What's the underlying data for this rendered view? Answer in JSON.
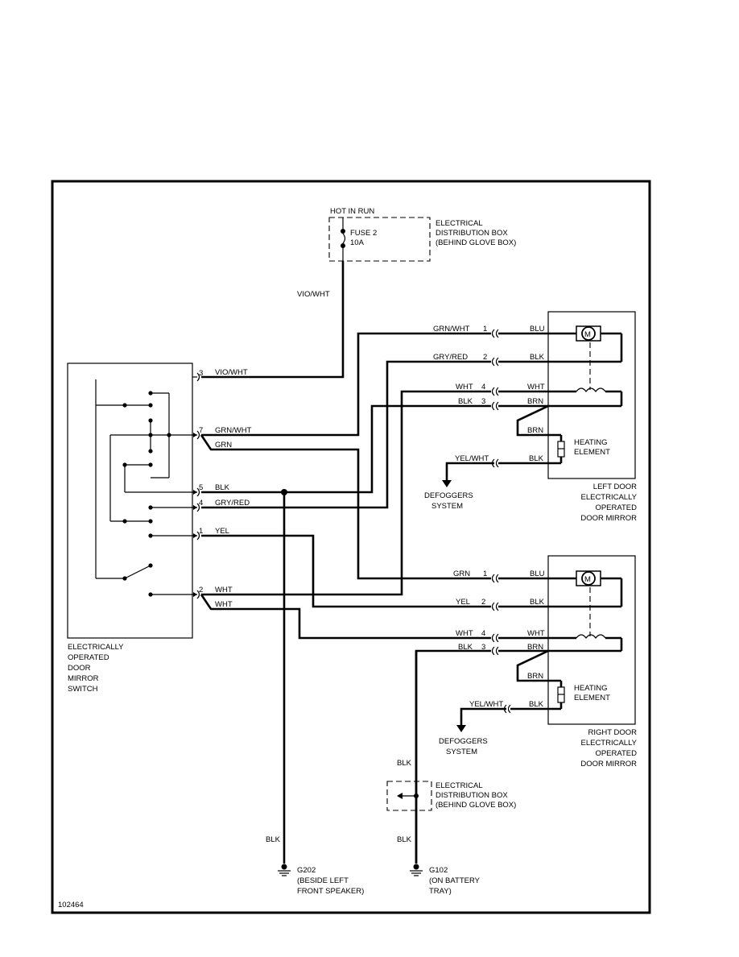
{
  "diagram_id": "102464",
  "fuse_box_top": {
    "feed_label": "HOT IN RUN",
    "fuse_name": "FUSE 2",
    "fuse_rating": "10A",
    "title_lines": [
      "ELECTRICAL",
      "DISTRIBUTION BOX",
      "(BEHIND GLOVE BOX)"
    ]
  },
  "fuse_output_wire": "VIO/WHT",
  "switch": {
    "title_lines": [
      "ELECTRICALLY",
      "OPERATED",
      "DOOR",
      "MIRROR",
      "SWITCH"
    ],
    "pins": {
      "p3": {
        "num": "3",
        "wire": "VIO/WHT"
      },
      "p7": {
        "num": "7",
        "wire": "GRN/WHT"
      },
      "p7b": {
        "wire": "GRN"
      },
      "p5": {
        "num": "5",
        "wire": "BLK"
      },
      "p4": {
        "num": "4",
        "wire": "GRY/RED"
      },
      "p1": {
        "num": "1",
        "wire": "YEL"
      },
      "p2": {
        "num": "2",
        "wire": "WHT"
      },
      "p2b": {
        "wire": "WHT"
      }
    }
  },
  "left_mirror": {
    "title_lines": [
      "LEFT DOOR",
      "ELECTRICALLY",
      "OPERATED",
      "DOOR MIRROR"
    ],
    "c1": {
      "wire": "GRN/WHT",
      "num": "1",
      "inside": "BLU"
    },
    "c2": {
      "wire": "GRY/RED",
      "num": "2",
      "inside": "BLK"
    },
    "c4": {
      "wire": "WHT",
      "num": "4",
      "inside": "WHT"
    },
    "c3": {
      "wire": "BLK",
      "num": "3",
      "inside": "BRN"
    },
    "heater_lead": "BRN",
    "heater_lines": [
      "HEATING",
      "ELEMENT"
    ],
    "defog_wire": "YEL/WHT",
    "defog_inside": "BLK",
    "defog_lines": [
      "DEFOGGERS",
      "SYSTEM"
    ],
    "motor_symbol": "M"
  },
  "right_mirror": {
    "title_lines": [
      "RIGHT DOOR",
      "ELECTRICALLY",
      "OPERATED",
      "DOOR MIRROR"
    ],
    "c1": {
      "wire": "GRN",
      "num": "1",
      "inside": "BLU"
    },
    "c2": {
      "wire": "YEL",
      "num": "2",
      "inside": "BLK"
    },
    "c4": {
      "wire": "WHT",
      "num": "4",
      "inside": "WHT"
    },
    "c3": {
      "wire": "BLK",
      "num": "3",
      "inside": "BRN"
    },
    "heater_lead": "BRN",
    "heater_lines": [
      "HEATING",
      "ELEMENT"
    ],
    "defog_wire": "YEL/WHT",
    "defog_inside": "BLK",
    "defog_lines": [
      "DEFOGGERS",
      "SYSTEM"
    ],
    "motor_symbol": "M"
  },
  "fuse_box_bottom": {
    "wire_in": "BLK",
    "title_lines": [
      "ELECTRICAL",
      "DISTRIBUTION BOX",
      "(BEHIND GLOVE BOX)"
    ],
    "wire_out": "BLK"
  },
  "ground_g202": {
    "wire": "BLK",
    "lines": [
      "G202",
      "(BESIDE LEFT",
      "FRONT SPEAKER)"
    ]
  },
  "ground_g102": {
    "lines": [
      "G102",
      "(ON BATTERY",
      "TRAY)"
    ]
  }
}
